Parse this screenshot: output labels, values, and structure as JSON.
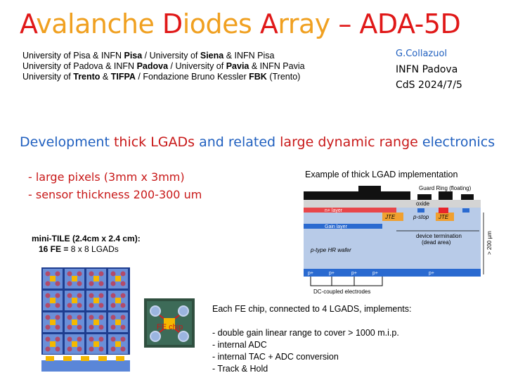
{
  "title": {
    "p1": "A",
    "p2": "valanche ",
    "p3": "D",
    "p4": "iodes ",
    "p5": "A",
    "p6": "rray",
    "p7": " – ADA-5D"
  },
  "affiliations": {
    "l1a": "University of Pisa & INFN ",
    "l1b": "Pisa",
    "l1c": " /  University of ",
    "l1d": "Siena",
    "l1e": " & INFN Pisa",
    "l2a": "University of Padova & INFN ",
    "l2b": "Padova",
    "l2c": "  / University of ",
    "l2d": "Pavia",
    "l2e": " & INFN Pavia",
    "l3a": "University of ",
    "l3b": "Trento",
    "l3c": " & ",
    "l3d": "TIFPA",
    "l3e": "  / Fondazione Bruno Kessler ",
    "l3f": "FBK",
    "l3g": " (Trento)"
  },
  "author": {
    "name": "G.Collazuol",
    "affil": "INFN Padova",
    "event": "CdS 2024/7/5"
  },
  "development": {
    "a": "Development ",
    "b": "thick LGADs",
    "c": " and related ",
    "d": "large dynamic range",
    "e": " electronics"
  },
  "bullets": [
    "-  large pixels (3mm x 3mm)",
    "-  sensor thickness 200-300 um"
  ],
  "example_caption": "Example of thick LGAD implementation",
  "lgad_diagram": {
    "guard_ring": "Guard Ring (floating)",
    "oxide": "oxide",
    "n_layer": "n+ layer",
    "p_stop": "p-stop",
    "jte1": "JTE",
    "jte2": "JTE",
    "gain_layer": "Gain layer",
    "device_termination": "device termination",
    "dead_area": "(dead area)",
    "wafer": "p-type HR wafer",
    "p_plus": "p+",
    "dc_coupled": "DC-coupled electrodes",
    "thickness": "> 200 µm"
  },
  "mini_tile": {
    "line1": "mini-TILE (2.4cm x 2.4 cm):",
    "line2a": "16 FE = ",
    "line2b": "8 x 8  LGADs"
  },
  "fe_chip_label": "FE chip",
  "fe_description": {
    "intro": "Each FE chip, connected to 4 LGADS, implements:",
    "items": [
      "- double gain linear range to cover > 1000 m.i.p.",
      "- internal ADC",
      "- internal TAC + ADC conversion",
      "- Track & Hold"
    ]
  },
  "colors": {
    "title_blue": "#1f2a9e",
    "red": "#e01818",
    "orange": "#f0a020",
    "blue": "#1f5fbf"
  }
}
